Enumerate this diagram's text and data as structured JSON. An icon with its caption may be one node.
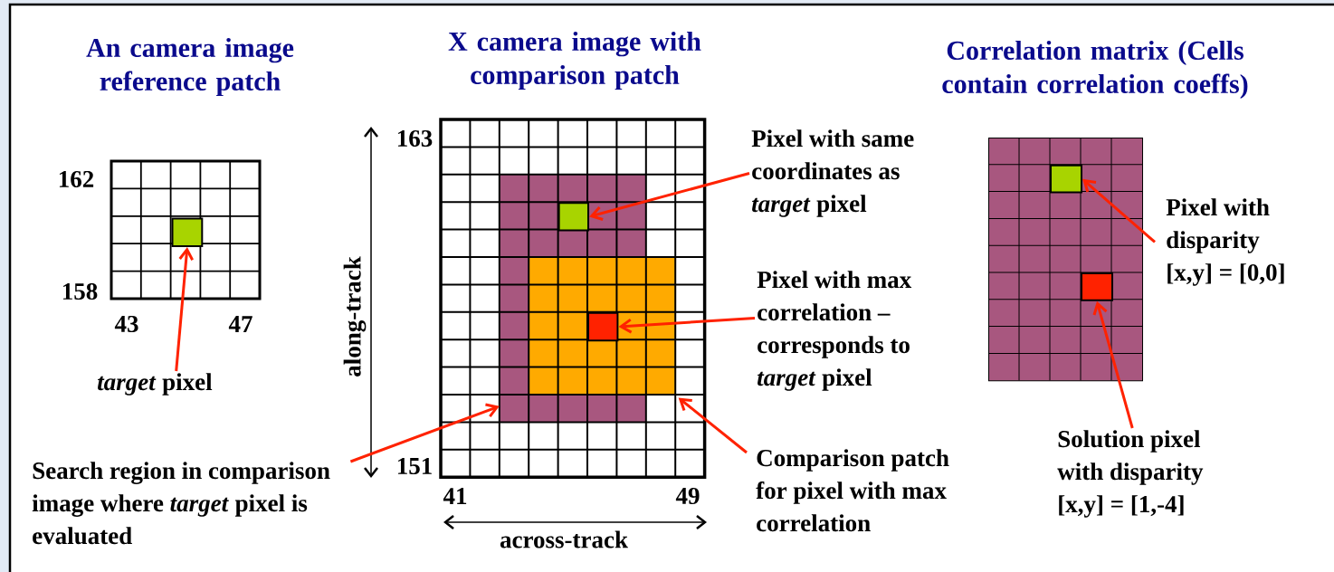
{
  "diagram": {
    "nodes": [
      {
        "text": [
          "*target* pixel"
        ]
      },
      {
        "text": [],
        "shape": "box"
      },
      {
        "text": [],
        "shape": "box"
      },
      {
        "text": [],
        "shape": "box"
      },
      {
        "text": [],
        "shape": "box",
        "in": 2
      },
      {
        "text": [],
        "shape": "box",
        "in": 3
      },
      {
        "text": [
          "Pixel with same coordinates as *target* pixel"
        ]
      },
      {
        "text": [
          "Pixel with max correlation – corresponds to *target* pixel"
        ]
      },
      {
        "text": [
          "Search region in comparison image where *target* pixel is evaluated"
        ]
      },
      {
        "text": [
          "Comparison patch for pixel with max correlation"
        ]
      },
      {
        "text": [],
        "shape": "box"
      },
      {
        "text": [],
        "shape": "box",
        "in": 10
      },
      {
        "text": [],
        "shape": "box",
        "in": 10
      },
      {
        "text": [
          "Pixel with disparity [x,y] = [0,0]"
        ]
      },
      {
        "text": [
          "Solution pixel with disparity [x,y] = [1,-4]"
        ]
      }
    ],
    "edges": [
      {
        "from": 0,
        "to": 1,
        "arrow": "to"
      },
      {
        "from": 6,
        "to": 4,
        "arrow": "to"
      },
      {
        "from": 7,
        "to": 5,
        "arrow": "to"
      },
      {
        "from": 8,
        "to": 2,
        "arrow": "to"
      },
      {
        "from": 9,
        "to": 3,
        "arrow": "to"
      },
      {
        "from": 13,
        "to": 11,
        "arrow": "to"
      },
      {
        "from": 14,
        "to": 12,
        "arrow": "to"
      }
    ],
    "labels": [
      "An camera image reference patch",
      "X camera image with comparison patch",
      "Correlation matrix (Cells contain correlation coeffs)",
      "162",
      "158",
      "43",
      "47",
      "163",
      "151",
      "41",
      "49",
      "along-track",
      "across-track"
    ]
  }
}
